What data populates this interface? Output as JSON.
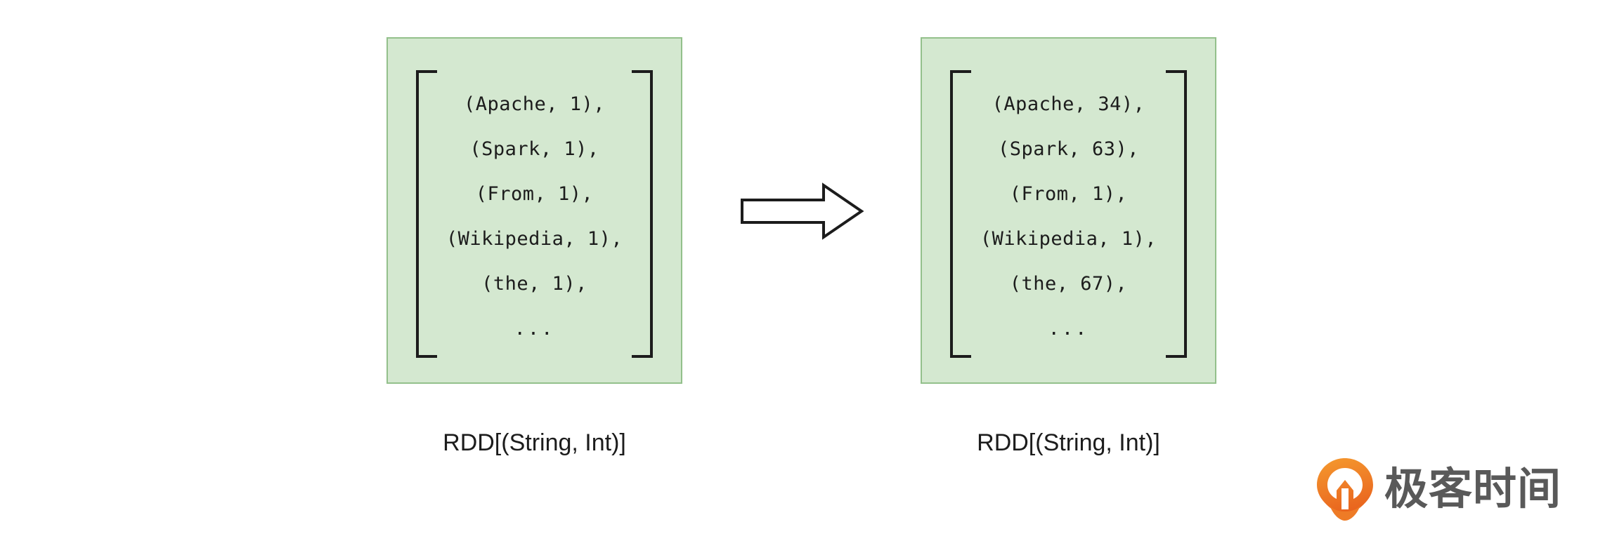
{
  "diagram": {
    "title": "RDD reduceByKey transformation",
    "colors": {
      "panel_fill": "#d4e8d0",
      "panel_border": "#93c08b",
      "bracket": "#1c1c1c",
      "text": "#1c1c1c",
      "arrow_stroke": "#1c1c1c",
      "arrow_fill": "#ffffff",
      "background": "#ffffff",
      "logo_orange": "#ee7b26",
      "logo_text": "#595959"
    },
    "panels": [
      {
        "id": "source-rdd",
        "caption": "RDD[(String, Int)]",
        "open_bracket": "[",
        "close_bracket": "]",
        "rows": [
          "(Apache, 1),",
          "(Spark, 1),",
          "(From, 1),",
          "(Wikipedia, 1),",
          "(the, 1),",
          "..."
        ]
      },
      {
        "id": "reduced-rdd",
        "caption": "RDD[(String, Int)]",
        "open_bracket": "[",
        "close_bracket": "]",
        "rows": [
          "(Apache, 34),",
          "(Spark, 63),",
          "(From, 1),",
          "(Wikipedia, 1),",
          "(the, 67),",
          "..."
        ]
      }
    ],
    "arrow": {
      "icon": "right-block-arrow-icon",
      "direction": "right"
    },
    "logo": {
      "mark": "geektime-pin-icon",
      "text": "极客时间"
    }
  }
}
